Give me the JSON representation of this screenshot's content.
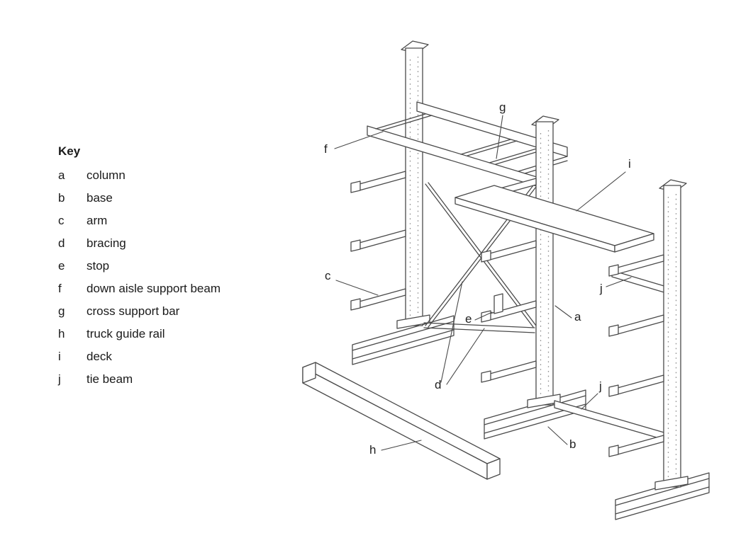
{
  "key": {
    "title": "Key",
    "items": [
      {
        "letter": "a",
        "label": "column"
      },
      {
        "letter": "b",
        "label": "base"
      },
      {
        "letter": "c",
        "label": "arm"
      },
      {
        "letter": "d",
        "label": "bracing"
      },
      {
        "letter": "e",
        "label": "stop"
      },
      {
        "letter": "f",
        "label": "down aisle support beam"
      },
      {
        "letter": "g",
        "label": "cross support bar"
      },
      {
        "letter": "h",
        "label": "truck guide rail"
      },
      {
        "letter": "i",
        "label": "deck"
      },
      {
        "letter": "j",
        "label": "tie beam"
      }
    ]
  },
  "diagram": {
    "labels": {
      "f": "f",
      "g": "g",
      "i": "i",
      "c": "c",
      "e": "e",
      "a": "a",
      "d": "d",
      "j_upper": "j",
      "j_lower": "j",
      "h": "h",
      "b": "b"
    },
    "colors": {
      "line": "#4a4a4a",
      "text": "#1a1a1a",
      "background": "#ffffff"
    }
  }
}
